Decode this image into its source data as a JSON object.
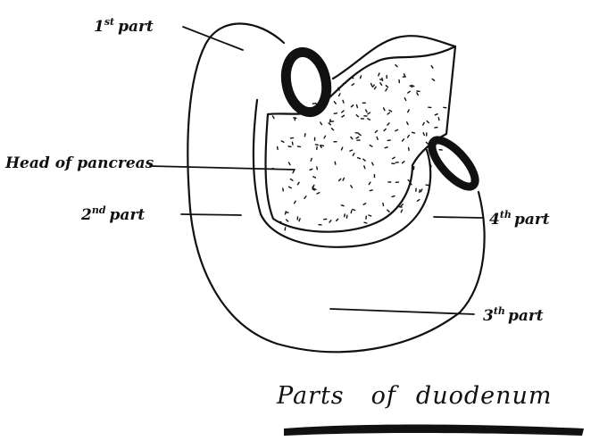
{
  "labels": {
    "part1": {
      "num": "1",
      "sup": "st",
      "word": "part"
    },
    "head_of_pancreas": "Head of pancreas",
    "part2": {
      "num": "2",
      "sup": "nd",
      "word": "part"
    },
    "part4": {
      "num": "4",
      "sup": "th",
      "word": "part"
    },
    "part3": {
      "num": "3",
      "sup": "th",
      "word": "part"
    }
  },
  "caption": {
    "word1": "Parts",
    "word2": "of",
    "word3": "duodenum"
  },
  "colors": {
    "ink": "#111111",
    "paper": "#ffffff"
  }
}
